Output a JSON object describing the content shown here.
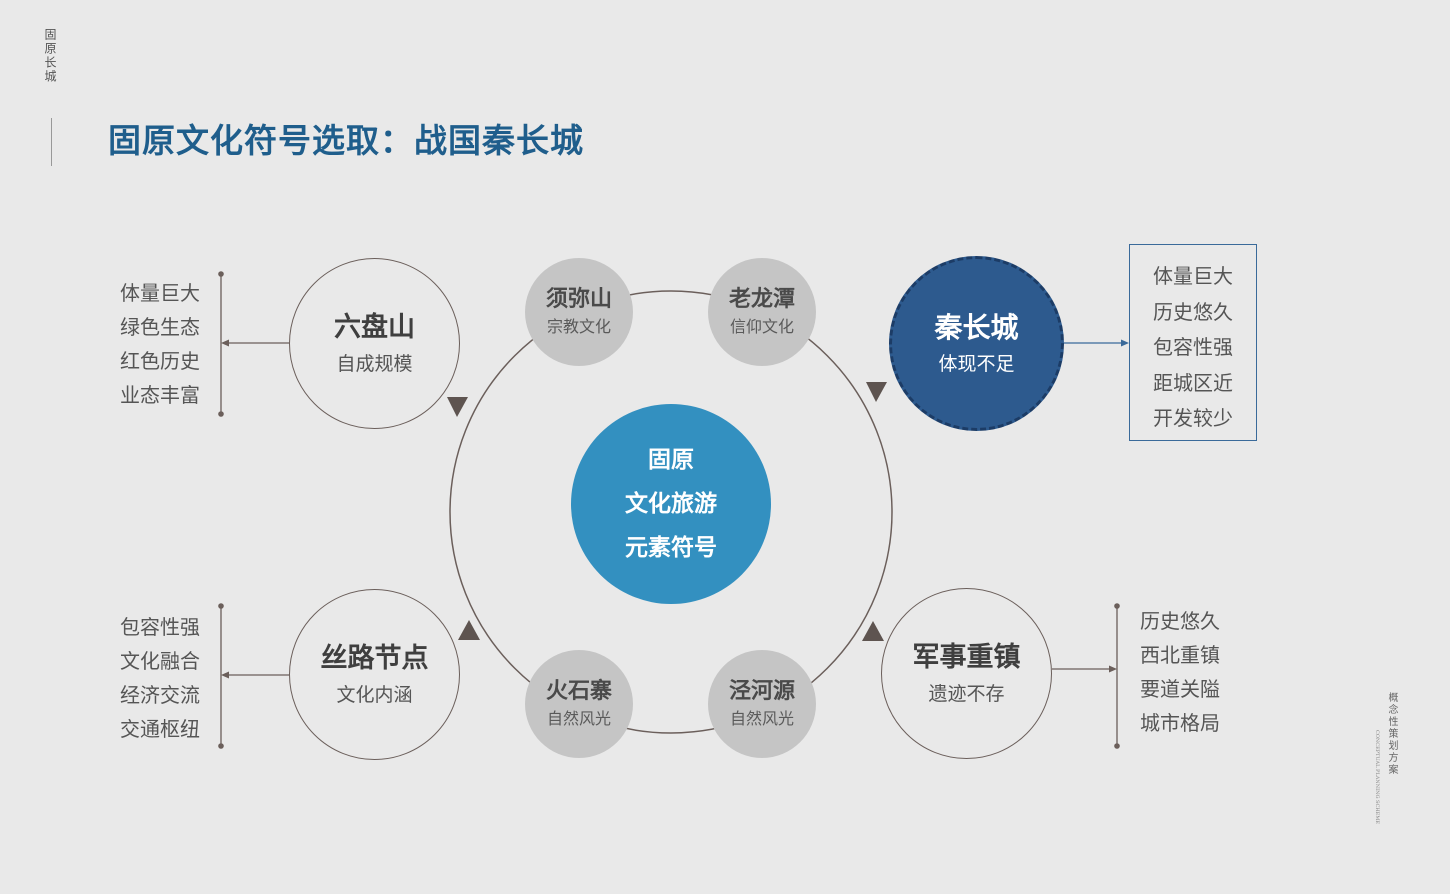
{
  "side_top": "固原长城",
  "side_bottom": "概念性策划方案",
  "side_bottom_en": "CONCEPTUAL PLANNING SCHEME",
  "title": "固原文化符号选取：战国秦长城",
  "center": {
    "lines": [
      "固原",
      "文化旅游",
      "元素符号"
    ]
  },
  "nodes": {
    "liupanshan": {
      "name": "六盘山",
      "sub": "自成规模"
    },
    "xumishan": {
      "name": "须弥山",
      "sub": "宗教文化"
    },
    "laolongtan": {
      "name": "老龙潭",
      "sub": "信仰文化"
    },
    "qinchangcheng": {
      "name": "秦长城",
      "sub": "体现不足"
    },
    "silu": {
      "name": "丝路节点",
      "sub": "文化内涵"
    },
    "huoshizhai": {
      "name": "火石寨",
      "sub": "自然风光"
    },
    "jingheyuan": {
      "name": "泾河源",
      "sub": "自然风光"
    },
    "junshi": {
      "name": "军事重镇",
      "sub": "遗迹不存"
    }
  },
  "lists": {
    "liupanshan": [
      "体量巨大",
      "绿色生态",
      "红色历史",
      "业态丰富"
    ],
    "silu": [
      "包容性强",
      "文化融合",
      "经济交流",
      "交通枢纽"
    ],
    "qinchangcheng": [
      "体量巨大",
      "历史悠久",
      "包容性强",
      "距城区近",
      "开发较少"
    ],
    "junshi": [
      "历史悠久",
      "西北重镇",
      "要道关隘",
      "城市格局"
    ]
  },
  "colors": {
    "background": "#e9e9e9",
    "title": "#1f5e8c",
    "center": "#3390c0",
    "highlight": "#2d5a8e",
    "grey_circle": "#c5c5c5",
    "line": "#6b5f5b"
  }
}
